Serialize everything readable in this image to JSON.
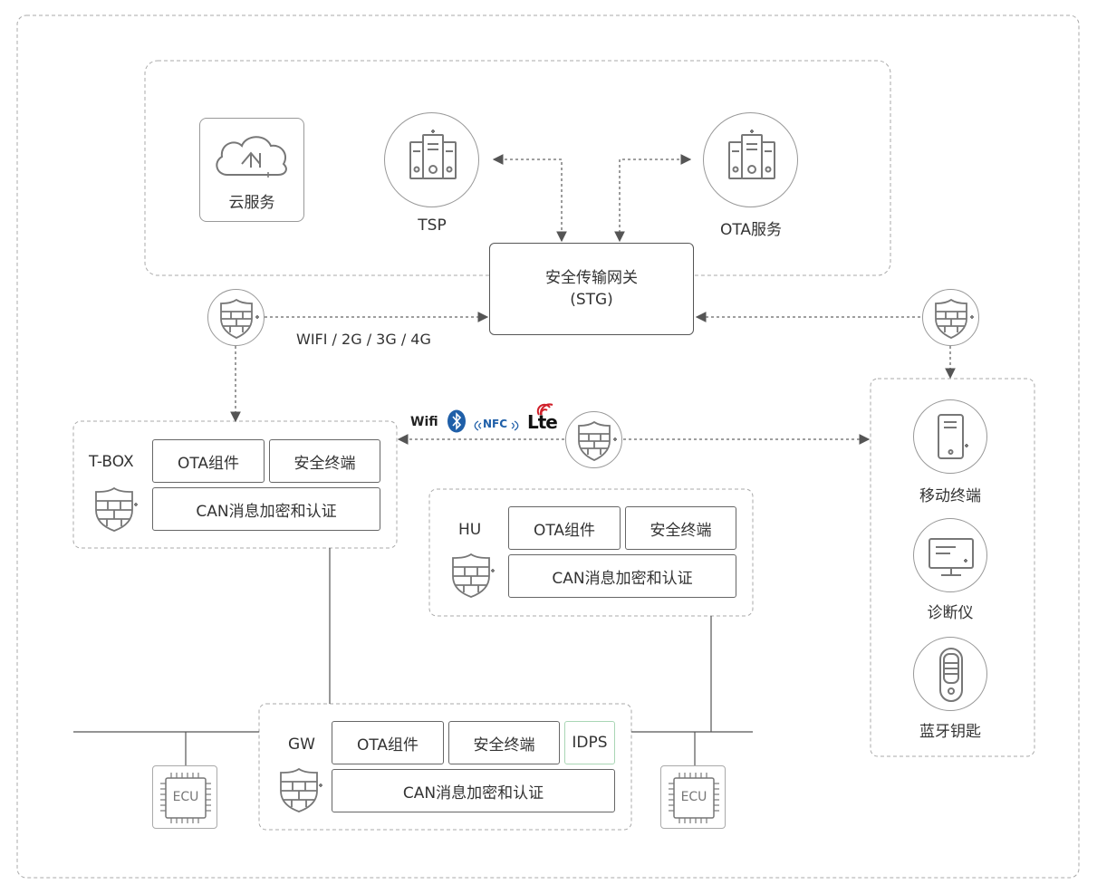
{
  "cloud": {
    "cloud_service_label": "云服务",
    "tsp_label": "TSP",
    "ota_service_label": "OTA服务"
  },
  "stg": {
    "line1": "安全传输网关",
    "line2": "(STG)"
  },
  "link_label": "WIFI / 2G / 3G / 4G",
  "wireless": {
    "wifi": "Wifi",
    "nfc": "NFC",
    "lte": "Lte"
  },
  "tbox": {
    "name": "T-BOX",
    "ota": "OTA组件",
    "secure": "安全终端",
    "can": "CAN消息加密和认证"
  },
  "hu": {
    "name": "HU",
    "ota": "OTA组件",
    "secure": "安全终端",
    "can": "CAN消息加密和认证"
  },
  "gw": {
    "name": "GW",
    "ota": "OTA组件",
    "secure": "安全终端",
    "idps": "IDPS",
    "can": "CAN消息加密和认证"
  },
  "ecu_label": "ECU",
  "devices": {
    "mobile": "移动终端",
    "diagnostic": "诊断仪",
    "bt_key": "蓝牙钥匙"
  },
  "colors": {
    "line": "#555555",
    "dash": "#888888",
    "icon": "#777777",
    "idps_border": "#a9d6b5",
    "lte_red": "#d0202a",
    "bt_blue": "#1f5fa8"
  }
}
